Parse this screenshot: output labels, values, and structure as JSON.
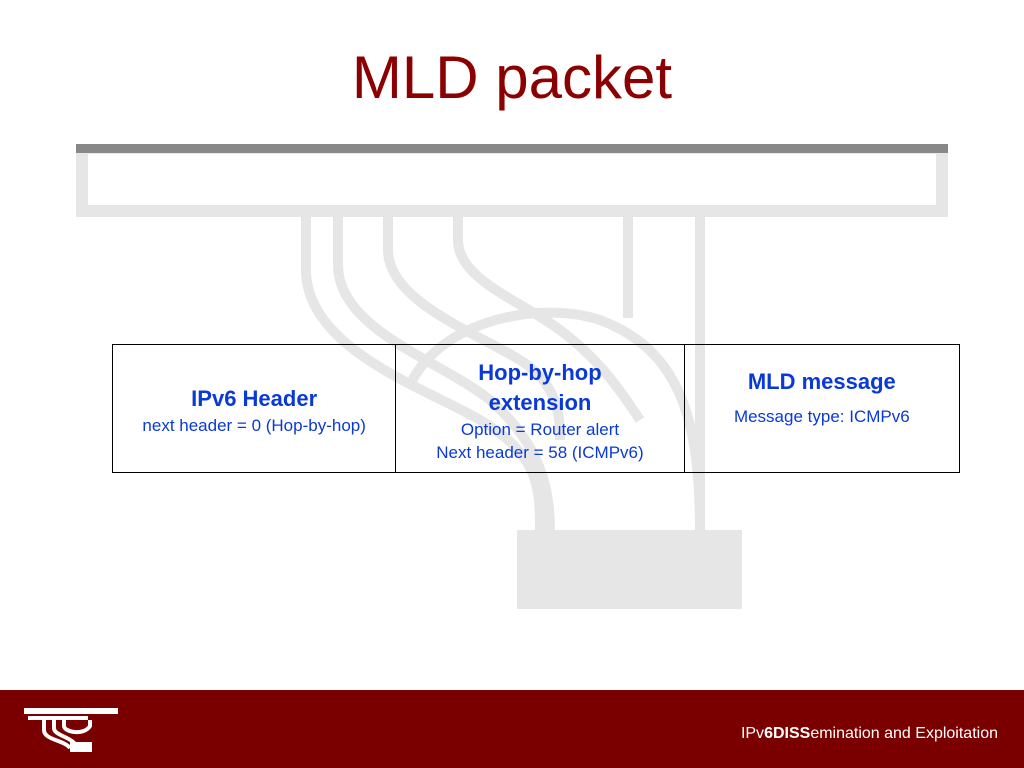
{
  "title": "MLD packet",
  "packet": {
    "ipv6_header": {
      "title": "IPv6 Header",
      "detail": "next header = 0 (Hop-by-hop)"
    },
    "hop_by_hop": {
      "title_line1": "Hop-by-hop",
      "title_line2": "extension",
      "detail_line1": "Option = Router alert",
      "detail_line2": "Next header = 58 (ICMPv6)"
    },
    "mld_message": {
      "title": "MLD message",
      "detail": "Message type: ICMPv6"
    }
  },
  "footer": {
    "brand_prefix": "IPv",
    "brand_bold": "6DISS",
    "brand_suffix": "emination and Exploitation"
  },
  "colors": {
    "title": "#8b0000",
    "cell_text": "#0a3ad6",
    "footer_bg": "#7a0000",
    "pipes": "#e6e6e6",
    "bar": "#888888"
  }
}
